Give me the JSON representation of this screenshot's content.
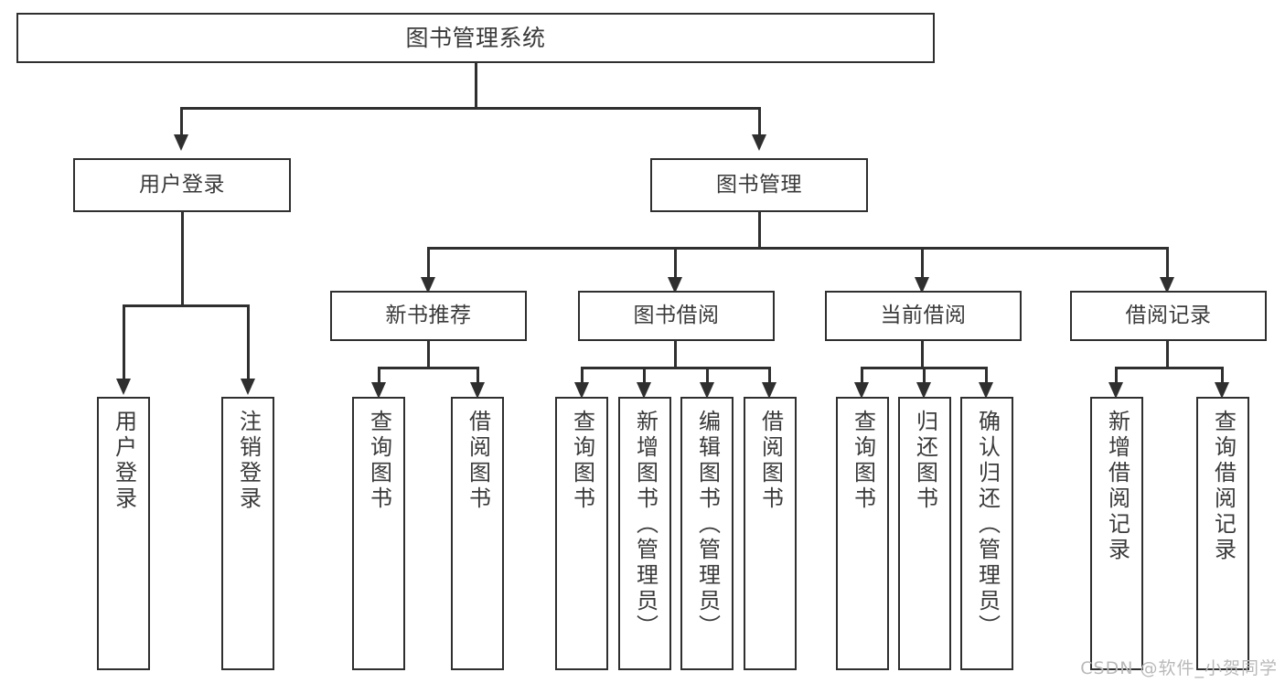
{
  "diagram": {
    "title": "图书管理系统",
    "watermark": "CSDN @软件_小贺同学",
    "accent_color": "#2f2f2f",
    "box_fill": "#ffffff",
    "text_color": "#3a3a3a",
    "root": {
      "label": "图书管理系统"
    },
    "level2": [
      {
        "key": "user-login",
        "label": "用户登录"
      },
      {
        "key": "book-manage",
        "label": "图书管理"
      }
    ],
    "level3": [
      {
        "key": "new-book-rec",
        "label": "新书推荐"
      },
      {
        "key": "book-borrow",
        "label": "图书借阅"
      },
      {
        "key": "current-borrow",
        "label": "当前借阅"
      },
      {
        "key": "borrow-record",
        "label": "借阅记录"
      }
    ],
    "leaves": {
      "user-login": [
        {
          "key": "user-login-leaf",
          "label": "用户登录"
        },
        {
          "key": "user-logout-leaf",
          "label": "注销登录"
        }
      ],
      "new-book-rec": [
        {
          "key": "query-book-1",
          "label": "查询图书"
        },
        {
          "key": "borrow-book-1",
          "label": "借阅图书"
        }
      ],
      "book-borrow": [
        {
          "key": "query-book-2",
          "label": "查询图书"
        },
        {
          "key": "add-book",
          "label": "新增图书（管理员）"
        },
        {
          "key": "edit-book",
          "label": "编辑图书（管理员）"
        },
        {
          "key": "borrow-book-2",
          "label": "借阅图书"
        }
      ],
      "current-borrow": [
        {
          "key": "query-book-3",
          "label": "查询图书"
        },
        {
          "key": "return-book",
          "label": "归还图书"
        },
        {
          "key": "confirm-return",
          "label": "确认归还（管理员）"
        }
      ],
      "borrow-record": [
        {
          "key": "add-record",
          "label": "新增借阅记录"
        },
        {
          "key": "query-record",
          "label": "查询借阅记录"
        }
      ]
    }
  }
}
